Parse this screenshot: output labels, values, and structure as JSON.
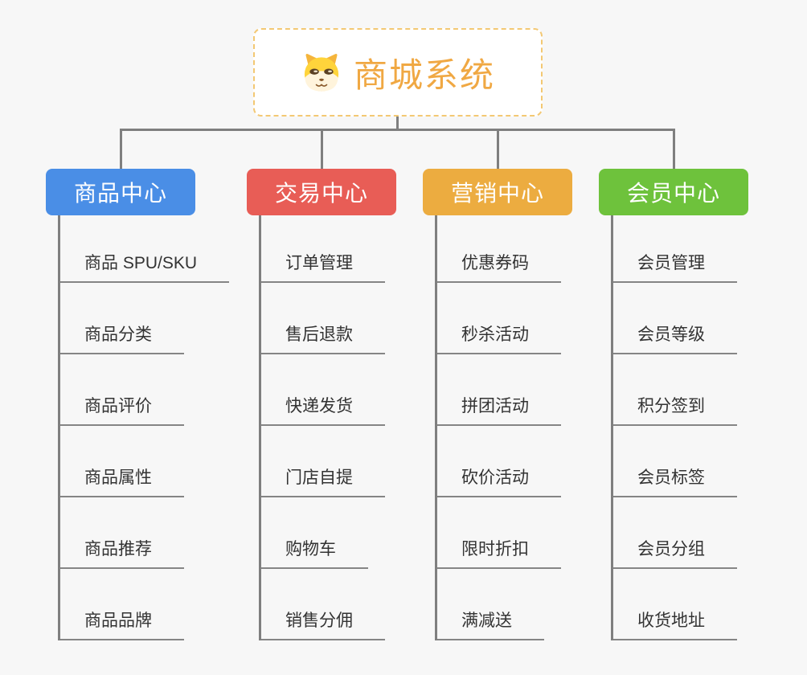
{
  "page": {
    "background": "#F7F7F7",
    "connector_color": "#7F7F7F"
  },
  "root": {
    "title": "商城系统",
    "icon": "shiba-dog-icon",
    "text_color": "#F0A843",
    "border_color": "#F3C873"
  },
  "branches": [
    {
      "label": "商品中心",
      "color": "#4A8EE6",
      "children": [
        "商品 SPU/SKU",
        "商品分类",
        "商品评价",
        "商品属性",
        "商品推荐",
        "商品品牌"
      ]
    },
    {
      "label": "交易中心",
      "color": "#E85D56",
      "children": [
        "订单管理",
        "售后退款",
        "快递发货",
        "门店自提",
        "购物车",
        "销售分佣"
      ]
    },
    {
      "label": "营销中心",
      "color": "#ECAC40",
      "children": [
        "优惠券码",
        "秒杀活动",
        "拼团活动",
        "砍价活动",
        "限时折扣",
        "满减送"
      ]
    },
    {
      "label": "会员中心",
      "color": "#6EC23C",
      "children": [
        "会员管理",
        "会员等级",
        "积分签到",
        "会员标签",
        "会员分组",
        "收货地址"
      ]
    }
  ]
}
